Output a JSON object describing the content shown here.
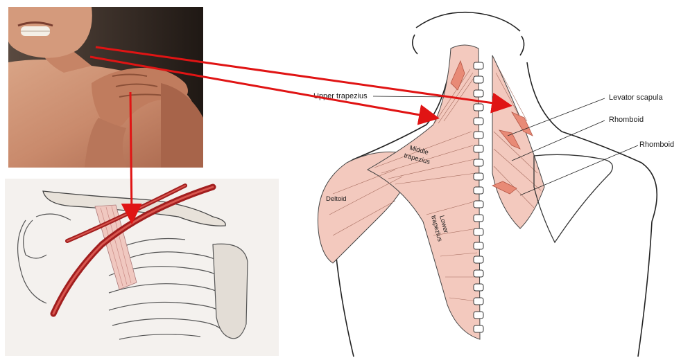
{
  "labels": {
    "upper_trapezius": "Upper trapezius",
    "levator_scapula": "Levator scapula",
    "rhomboid_1": "Rhomboid",
    "rhomboid_2": "Rhomboid",
    "middle_trapezius_line1": "Middle",
    "middle_trapezius_line2": "trapezius",
    "deltoid": "Deltoid",
    "lower_trapezius_line1": "Lower",
    "lower_trapezius_line2": "trapezius"
  },
  "colors": {
    "arrow": "#e01414",
    "muscle_fill": "#f3c9be",
    "artery": "#a11e1e",
    "line_art": "#222222"
  }
}
